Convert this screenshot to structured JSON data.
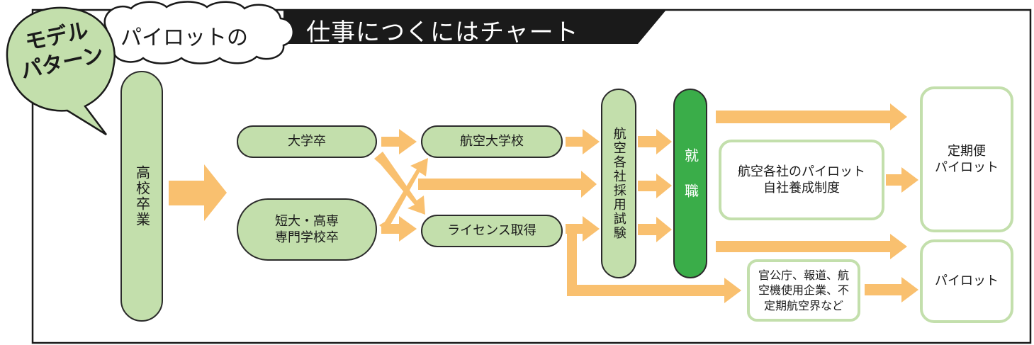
{
  "header": {
    "badge_line1": "モデル",
    "badge_line2": "パターン",
    "cloud_label": "パイロットの",
    "title": "仕事につくにはチャート"
  },
  "flow": {
    "start": "高校卒業",
    "univ_grad": "大学卒",
    "junior_college_line1": "短大・高専",
    "junior_college_line2": "専門学校卒",
    "aviation_university": "航空大学校",
    "license": "ライセンス取得",
    "airline_exam": "航空各社採用試験",
    "employment": "就職",
    "airline_training_line1": "航空各社のパイロット",
    "airline_training_line2": "自社養成制度",
    "other_sectors_line1": "官公庁、報道、航",
    "other_sectors_line2": "空機使用企業、不",
    "other_sectors_line3": "定期航空界など",
    "scheduled_pilot_line1": "定期便",
    "scheduled_pilot_line2": "パイロット",
    "pilot": "パイロット"
  },
  "colors": {
    "box_green": "#c3dfac",
    "employment_green": "#3aad49",
    "arrow_orange": "#f9c06f",
    "title_black": "#1a1a1a"
  }
}
